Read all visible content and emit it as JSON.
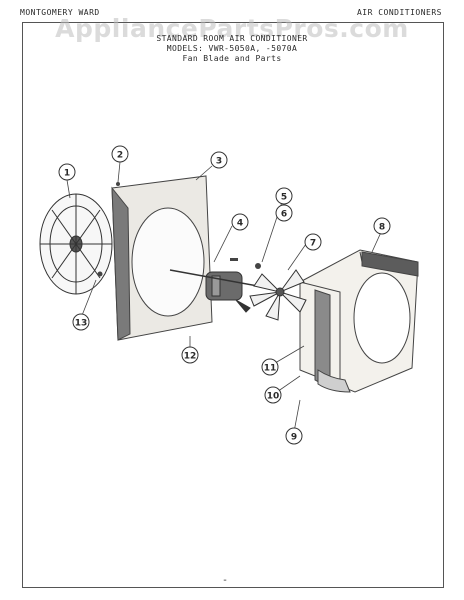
{
  "header": {
    "left": "MONTGOMERY WARD",
    "right": "AIR CONDITIONERS"
  },
  "watermark": "AppliancePartsPros.com",
  "title": {
    "line1": "STANDARD ROOM AIR CONDITIONER",
    "line2": "MODELS: VWR-5050A, -5070A",
    "line3": "Fan Blade and Parts"
  },
  "callouts": [
    "1",
    "2",
    "3",
    "4",
    "5",
    "6",
    "7",
    "8",
    "9",
    "10",
    "11",
    "12",
    "13"
  ],
  "footer_mark": "-"
}
